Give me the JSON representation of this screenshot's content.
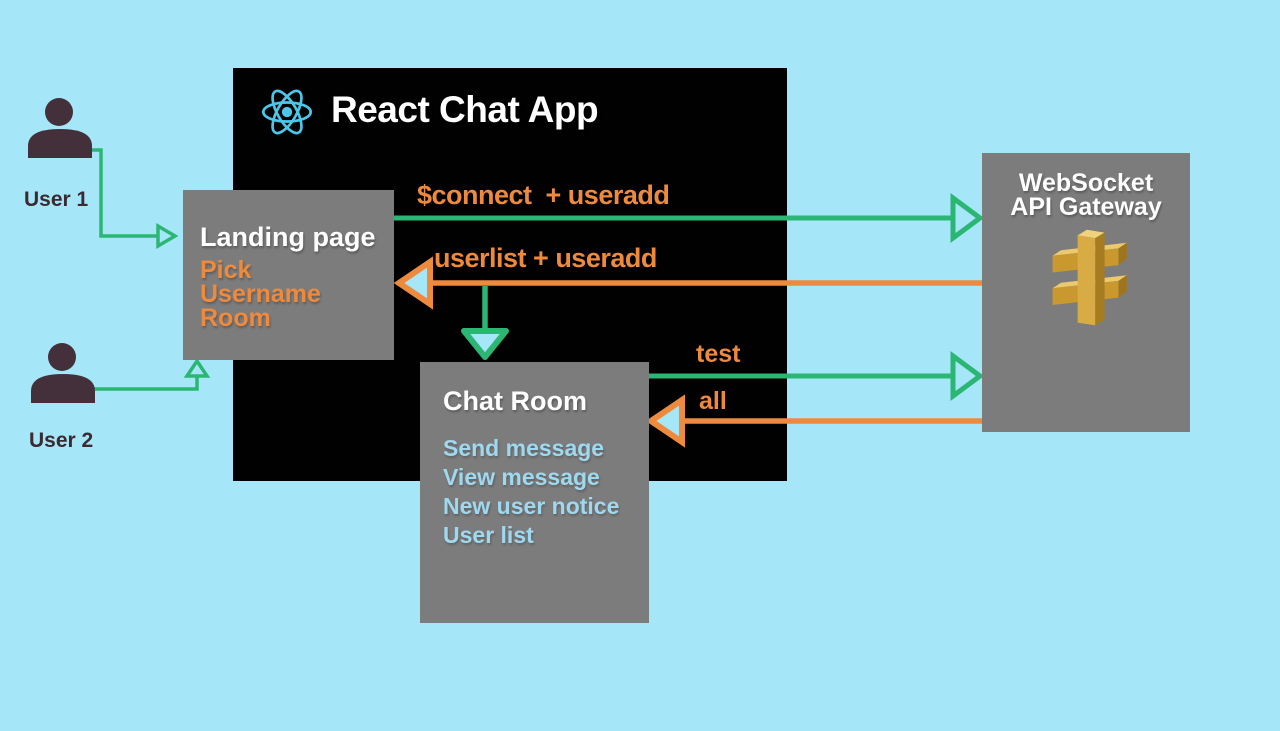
{
  "app": {
    "title": "React Chat App",
    "logo_icon": "react-logo-icon"
  },
  "colors": {
    "background": "#a5e6f8",
    "panel_black": "#010101",
    "node_gray": "#7c7c7c",
    "arrow_green": "#2bb673",
    "arrow_orange": "#ee8a3d",
    "chat_item_blue": "#9ed9f0",
    "react_cyan": "#4ac7e9",
    "user_dark": "#44303a",
    "aws_gold": "#cd9b33",
    "title_white": "#ffffff"
  },
  "actors": {
    "user1": {
      "label": "User 1",
      "icon": "person-icon"
    },
    "user2": {
      "label": "User 2",
      "icon": "person-icon"
    }
  },
  "nodes": {
    "landing": {
      "title": "Landing page",
      "items": [
        "Pick",
        "Username",
        "Room"
      ]
    },
    "chat_room": {
      "title": "Chat Room",
      "items": [
        "Send message",
        "View message",
        "New user notice",
        "User list"
      ]
    },
    "gateway": {
      "title_line1": "WebSocket",
      "title_line2": "API Gateway",
      "icon": "aws-api-gateway-icon"
    }
  },
  "edges": {
    "connect": {
      "label": "$connect  + useradd",
      "from": "Landing page",
      "to": "WebSocket API Gateway",
      "color": "green"
    },
    "userlist": {
      "label": "userlist + useradd",
      "from": "WebSocket API Gateway",
      "to": "Landing page",
      "color": "orange"
    },
    "test": {
      "label": "test",
      "from": "Chat Room",
      "to": "WebSocket API Gateway",
      "color": "green"
    },
    "all": {
      "label": "all",
      "from": "WebSocket API Gateway",
      "to": "Chat Room",
      "color": "orange"
    }
  }
}
